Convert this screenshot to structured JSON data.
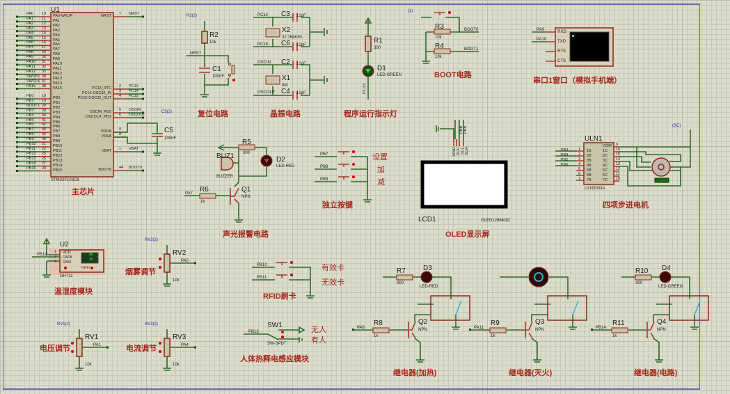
{
  "sections": {
    "mcu": "主芯片",
    "reset": "复位电路",
    "crystal": "晶振电路",
    "run_led": "程序运行指示灯",
    "boot": "BOOT电路",
    "uart": "串口1窗口（模拟手机端）",
    "alarm": "声光报警电路",
    "keys": "独立按键",
    "oled": "OLED显示屏",
    "stepper": "四项步进电机",
    "dht": "温湿度模块",
    "smoke": "烟雾调节",
    "rfid": "RFID刷卡",
    "voltage": "电压调节",
    "current": "电流调节",
    "pir": "人体热释电感应模块",
    "relay_heat": "继电器(加热)",
    "relay_fire": "继电器(灭火)",
    "relay_circuit": "继电器(电路)"
  },
  "mcu": {
    "ref": "U1",
    "part": "STM32F103C8",
    "left_pins": [
      {
        "net": "PA0",
        "num": "10",
        "name": "PA0-WKUP"
      },
      {
        "net": "PA1",
        "num": "11",
        "name": "PA1"
      },
      {
        "net": "PA2",
        "num": "12",
        "name": "PA2"
      },
      {
        "net": "PA3",
        "num": "13",
        "name": "PA3"
      },
      {
        "net": "PA4",
        "num": "14",
        "name": "PA4"
      },
      {
        "net": "PA5",
        "num": "15",
        "name": "PA5"
      },
      {
        "net": "PA6",
        "num": "16",
        "name": "PA6"
      },
      {
        "net": "PA7",
        "num": "17",
        "name": "PA7"
      },
      {
        "net": "PA8",
        "num": "29",
        "name": "PA8"
      },
      {
        "net": "PA9",
        "num": "30",
        "name": "PA9"
      },
      {
        "net": "PA10",
        "num": "31",
        "name": "PA10"
      },
      {
        "net": "PA11",
        "num": "32",
        "name": "PA11"
      },
      {
        "net": "PA12",
        "num": "33",
        "name": "PA12"
      },
      {
        "net": "SWDIO",
        "num": "34",
        "name": "PA13"
      },
      {
        "net": "SWCLK",
        "num": "37",
        "name": "PA14"
      },
      {
        "net": "PA15",
        "num": "38",
        "name": "PA15"
      },
      {
        "net": "PB0",
        "num": "18",
        "name": "PB0"
      },
      {
        "net": "PB1",
        "num": "19",
        "name": "PB1"
      },
      {
        "net": "BOOT1",
        "num": "20",
        "name": "PB2"
      },
      {
        "net": "PB3",
        "num": "39",
        "name": "PB3"
      },
      {
        "net": "PB4",
        "num": "40",
        "name": "PB4"
      },
      {
        "net": "PB5",
        "num": "41",
        "name": "PB5"
      },
      {
        "net": "PB6",
        "num": "42",
        "name": "PB6"
      },
      {
        "net": "PB7",
        "num": "43",
        "name": "PB7"
      },
      {
        "net": "PB8",
        "num": "45",
        "name": "PB8"
      },
      {
        "net": "PB9",
        "num": "46",
        "name": "PB9"
      },
      {
        "net": "PB10",
        "num": "21",
        "name": "PB10"
      },
      {
        "net": "PB11",
        "num": "22",
        "name": "PB11"
      },
      {
        "net": "PB12",
        "num": "25",
        "name": "PB12"
      },
      {
        "net": "PB13",
        "num": "26",
        "name": "PB13"
      },
      {
        "net": "PB14",
        "num": "27",
        "name": "PB14"
      },
      {
        "net": "PB15",
        "num": "28",
        "name": "PB15"
      }
    ],
    "right_pins": [
      {
        "net": "NRST",
        "num": "7",
        "name": "NRST"
      },
      {
        "net": "PC13",
        "num": "2",
        "name": "PC13_RTC"
      },
      {
        "net": "PC14",
        "num": "3",
        "name": "PC14-OSC32_IN"
      },
      {
        "net": "PC15",
        "num": "4",
        "name": "PC15-OSC32_OUT"
      },
      {
        "net": "OSCIN",
        "num": "5",
        "name": "OSCIN_PD0"
      },
      {
        "net": "OSCOUT",
        "num": "6",
        "name": "OSCOUT_PD1"
      },
      {
        "net": "",
        "num": "9",
        "name": "VDDA"
      },
      {
        "net": "",
        "num": "8",
        "name": "VSSA"
      },
      {
        "net": "VBAT",
        "num": "1",
        "name": "VBAT"
      },
      {
        "net": "BOOT0",
        "num": "44",
        "name": "BOOT0"
      }
    ],
    "c5": {
      "ref": "C5",
      "value": "100nF",
      "probe": "C5(2)"
    }
  },
  "reset": {
    "probe": "R2(2)",
    "r_ref": "R2",
    "r_val": "10k",
    "net": "NRST",
    "c_ref": "C1",
    "c_val": "100nF"
  },
  "crystal": {
    "x2": {
      "ref": "X2",
      "val": "32.768KHz"
    },
    "x1": {
      "ref": "X1",
      "val": "8M"
    },
    "caps": [
      {
        "ref": "C3",
        "val": "12pF"
      },
      {
        "ref": "C6",
        "val": "12pF"
      },
      {
        "ref": "C2",
        "val": "12pF"
      },
      {
        "ref": "C4",
        "val": "12pF"
      }
    ],
    "nets": [
      "PC14",
      "PC15",
      "OSCIN",
      "OSCOUT"
    ]
  },
  "run_led": {
    "r_ref": "R1",
    "r_val": "300",
    "d_ref": "D1",
    "d_val": "LED-GREEN",
    "net": "PC13"
  },
  "boot": {
    "probe": "(1)",
    "r3": {
      "ref": "R3",
      "val": "10k",
      "net": "BOOT0"
    },
    "r4": {
      "ref": "R4",
      "val": "10k",
      "net": "BOOT1"
    }
  },
  "uart": {
    "nets": [
      "PA9",
      "PA10"
    ],
    "pins": [
      "RXD",
      "TXD",
      "RTS",
      "CTS"
    ]
  },
  "alarm": {
    "r5": {
      "ref": "R5",
      "val": "300"
    },
    "d2": {
      "ref": "D2",
      "val": "LED-RED"
    },
    "buz": {
      "ref": "BUZ1",
      "val": "BUZZER"
    },
    "r6": {
      "ref": "R6",
      "val": "1k"
    },
    "q1": {
      "ref": "Q1",
      "val": "NPN"
    },
    "net": "PA7"
  },
  "keys": {
    "nets": [
      "PB7",
      "PB8",
      "PB9"
    ],
    "labels": [
      "设置",
      "加",
      "减"
    ]
  },
  "oled": {
    "ref": "LCD1",
    "part": "OLED12864I2C",
    "pins": [
      "GND",
      "VCC",
      "SCL",
      "SDA"
    ],
    "nets": [
      "PB6",
      "PB5"
    ]
  },
  "stepper": {
    "ref": "ULN1",
    "part": "ULN2003A",
    "probe": "(BC)",
    "in_nets": [
      "PB3",
      "PB4",
      "PB5",
      "PB6"
    ],
    "in_pins": [
      {
        "num": "1",
        "name": "1B"
      },
      {
        "num": "2",
        "name": "2B"
      },
      {
        "num": "3",
        "name": "3B"
      },
      {
        "num": "4",
        "name": "4B"
      },
      {
        "num": "5",
        "name": "5B"
      },
      {
        "num": "6",
        "name": "6B"
      },
      {
        "num": "7",
        "name": "7B"
      }
    ],
    "out_pins": [
      {
        "num": "9",
        "name": "COM"
      },
      {
        "num": "16",
        "name": "1C"
      },
      {
        "num": "15",
        "name": "2C"
      },
      {
        "num": "14",
        "name": "3C"
      },
      {
        "num": "13",
        "name": "4C"
      },
      {
        "num": "12",
        "name": "5C"
      },
      {
        "num": "11",
        "name": "6C"
      },
      {
        "num": "10",
        "name": "7C"
      }
    ]
  },
  "dht": {
    "ref": "U2",
    "part": "DHT11",
    "net": "PB12",
    "pins": [
      {
        "num": "1",
        "name": "VDD"
      },
      {
        "num": "2",
        "name": "DATA"
      },
      {
        "num": "4",
        "name": "GND"
      }
    ],
    "display": [
      "80",
      "20"
    ],
    "unit": "%RH"
  },
  "smoke": {
    "probe": "RV2(2)",
    "ref": "RV2",
    "val": "10k",
    "net": "PA0"
  },
  "voltage": {
    "probe": "RV1(2)",
    "ref": "RV1",
    "val": "10k",
    "net": "PA1"
  },
  "current": {
    "probe": "RV3(2)",
    "ref": "RV3",
    "val": "10k",
    "net": "PA4"
  },
  "rfid": {
    "nets": [
      "PB10",
      "PB11"
    ],
    "labels": [
      "有效卡",
      "无效卡"
    ]
  },
  "pir": {
    "ref": "SW1",
    "part": "SW-SPDT",
    "net": "PB13",
    "labels": [
      "无人",
      "有人"
    ]
  },
  "relays": [
    {
      "r_top": {
        "ref": "R7",
        "val": "300"
      },
      "d": {
        "ref": "D3",
        "val": "LED-RED"
      },
      "r_in": {
        "ref": "R8",
        "val": "1k"
      },
      "q": {
        "ref": "Q2",
        "val": "NPN"
      },
      "net": "PA8"
    },
    {
      "r_in": {
        "ref": "R9",
        "val": "1k"
      },
      "q": {
        "ref": "Q3",
        "val": "NPN"
      },
      "net": "PA11"
    },
    {
      "r_top": {
        "ref": "R10",
        "val": "300"
      },
      "d": {
        "ref": "D4",
        "val": "LED-GREEN"
      },
      "r_in": {
        "ref": "R11",
        "val": "1k"
      },
      "q": {
        "ref": "Q4",
        "val": "NPN"
      },
      "net": "PB14"
    }
  ]
}
